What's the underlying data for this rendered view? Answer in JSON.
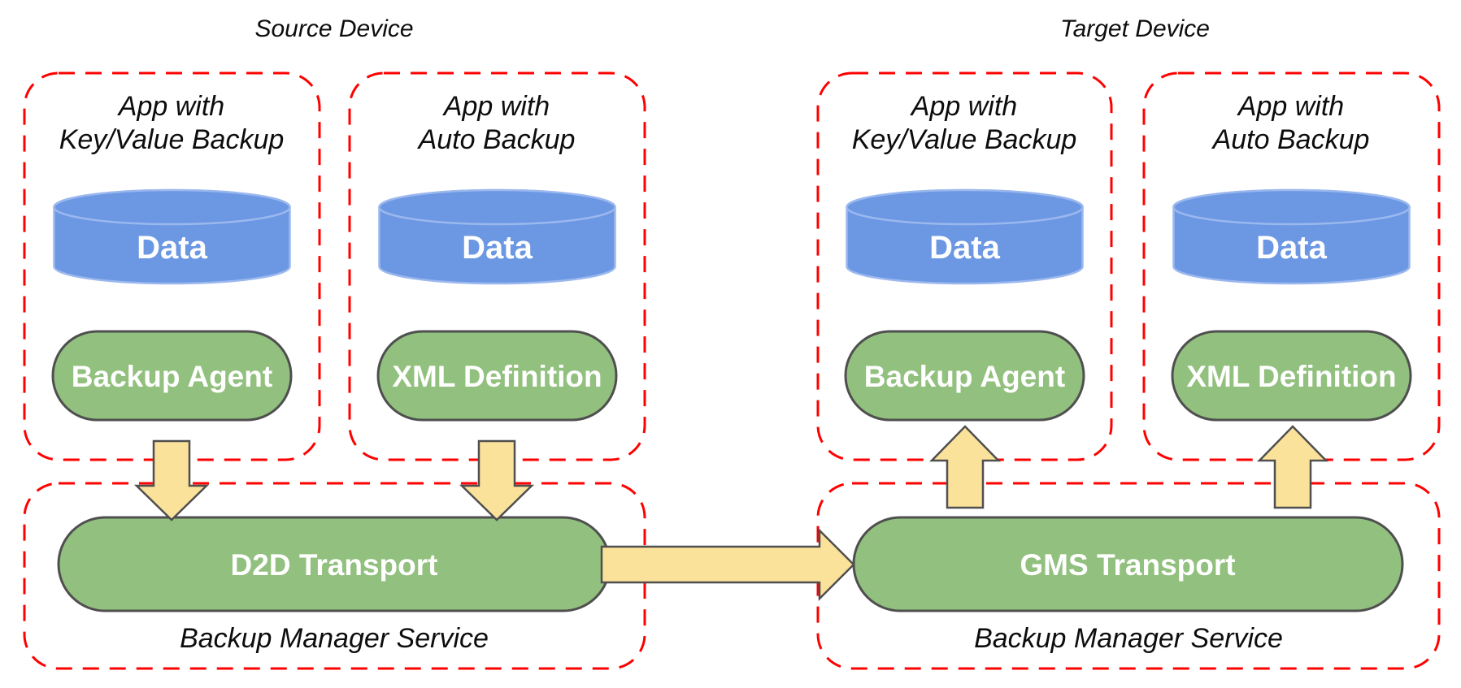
{
  "titles": {
    "source": "Source Device",
    "target": "Target Device"
  },
  "apps": [
    {
      "name_line1": "App with",
      "name_line2": "Key/Value Backup",
      "data_label": "Data",
      "component": "Backup Agent"
    },
    {
      "name_line1": "App with",
      "name_line2": "Auto Backup",
      "data_label": "Data",
      "component": "XML Definition"
    },
    {
      "name_line1": "App with",
      "name_line2": "Key/Value Backup",
      "data_label": "Data",
      "component": "Backup Agent"
    },
    {
      "name_line1": "App with",
      "name_line2": "Auto Backup",
      "data_label": "Data",
      "component": "XML Definition"
    }
  ],
  "services": [
    {
      "transport": "D2D Transport",
      "label": "Backup Manager Service"
    },
    {
      "transport": "GMS Transport",
      "label": "Backup Manager Service"
    }
  ],
  "icons": {
    "down_arrows": "arrow-down-icon",
    "up_arrows": "arrow-up-icon",
    "transfer_arrow": "arrow-right-icon",
    "data_store": "database-cylinder-icon"
  },
  "colors": {
    "box_border": "#ff0000",
    "cylinder_fill": "#6b97e3",
    "cylinder_stroke": "#9bb8ee",
    "pill_fill": "#92c07e",
    "outline": "#4f4f4f",
    "arrow_fill": "#fbe29b",
    "diagram_text": "#0d0d0d",
    "pill_text": "#ffffff"
  }
}
